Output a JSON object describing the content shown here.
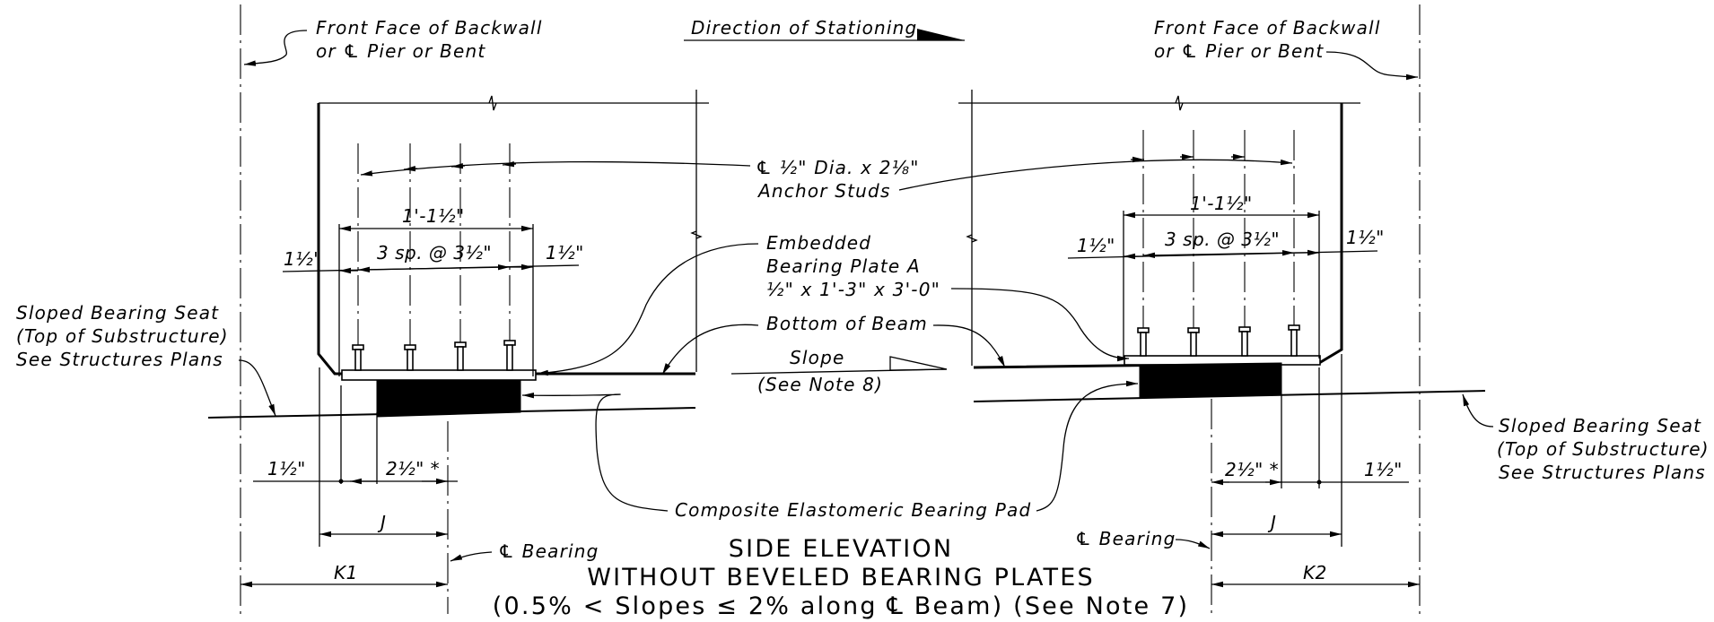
{
  "labels": {
    "front_face_left_1": "Front Face of Backwall",
    "front_face_left_2": "or ℄ Pier or Bent",
    "front_face_right_1": "Front Face of Backwall",
    "front_face_right_2": "or ℄ Pier or Bent",
    "direction": "Direction of Stationing",
    "anchor_1": "℄ ½\" Dia. x 2⅛\"",
    "anchor_2": "Anchor Studs",
    "embed_1": "Embedded",
    "embed_2": "Bearing Plate A",
    "embed_3": "½\" x 1'-3\" x 3'-0\"",
    "bottom_beam": "Bottom of Beam",
    "slope": "Slope",
    "slope_note": "(See Note 8)",
    "seat_left_1": "Sloped Bearing Seat",
    "seat_left_2": "(Top of Substructure)",
    "seat_left_3": "See Structures Plans",
    "seat_right_1": "Sloped Bearing Seat",
    "seat_right_2": "(Top of Substructure)",
    "seat_right_3": "See Structures Plans",
    "pad": "Composite Elastomeric Bearing Pad",
    "cl_bearing_left": "℄ Bearing",
    "cl_bearing_right": "℄ Bearing"
  },
  "dims": {
    "stud_total": "1'-1½\"",
    "spacing": "3 sp. @ 3½\"",
    "edge": "1½\"",
    "pad_offset": "2½\" *",
    "j": "J",
    "k1": "K1",
    "k2": "K2"
  },
  "title": {
    "line1": "SIDE ELEVATION",
    "line2": "WITHOUT BEVELED BEARING PLATES",
    "line3": "(0.5% < Slopes ≤ 2% along ℄ Beam)  (See Note 7)"
  }
}
